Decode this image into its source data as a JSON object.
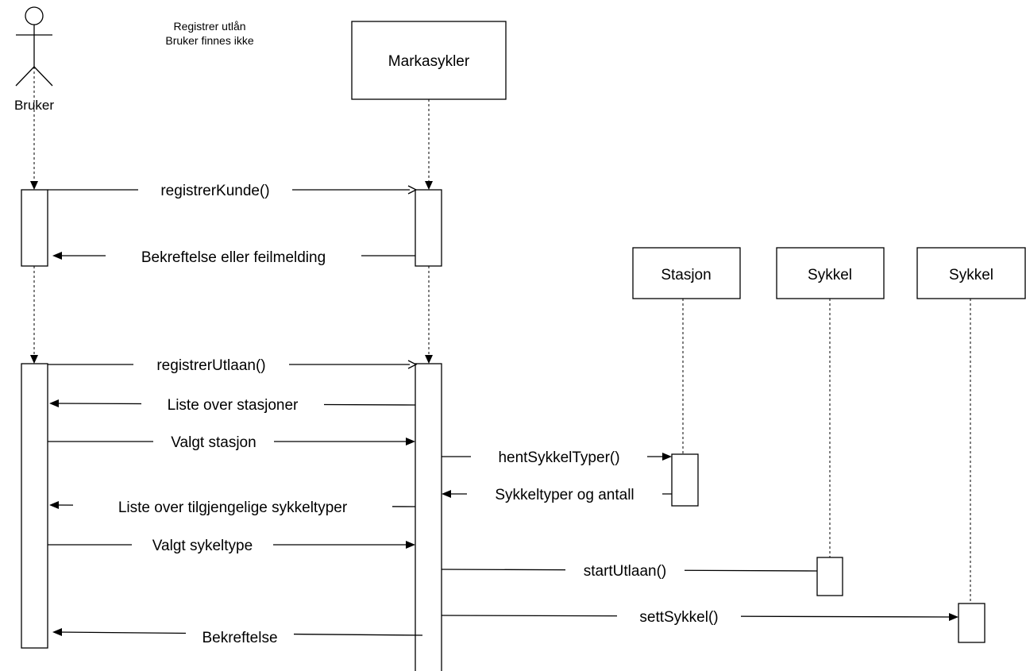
{
  "title_lines": [
    "Registrer utlån",
    "Bruker finnes ikke"
  ],
  "actor": {
    "label": "Bruker",
    "icon": "stick-figure-icon"
  },
  "participants": {
    "markasykler": "Markasykler",
    "stasjon": "Stasjon",
    "sykkel1": "Sykkel",
    "sykkel2": "Sykkel"
  },
  "messages": {
    "m1": "registrerKunde()",
    "m2": "Bekreftelse eller feilmelding",
    "m3": "registrerUtlaan()",
    "m4": "Liste over stasjoner",
    "m5": "Valgt stasjon",
    "m6": "hentSykkelTyper()",
    "m7": "Sykkeltyper og antall",
    "m8": "Liste over tilgjengelige sykkeltyper",
    "m9": "Valgt sykeltype",
    "m10": "startUtlaan()",
    "m11": "settSykkel()",
    "m12": "Bekreftelse"
  }
}
